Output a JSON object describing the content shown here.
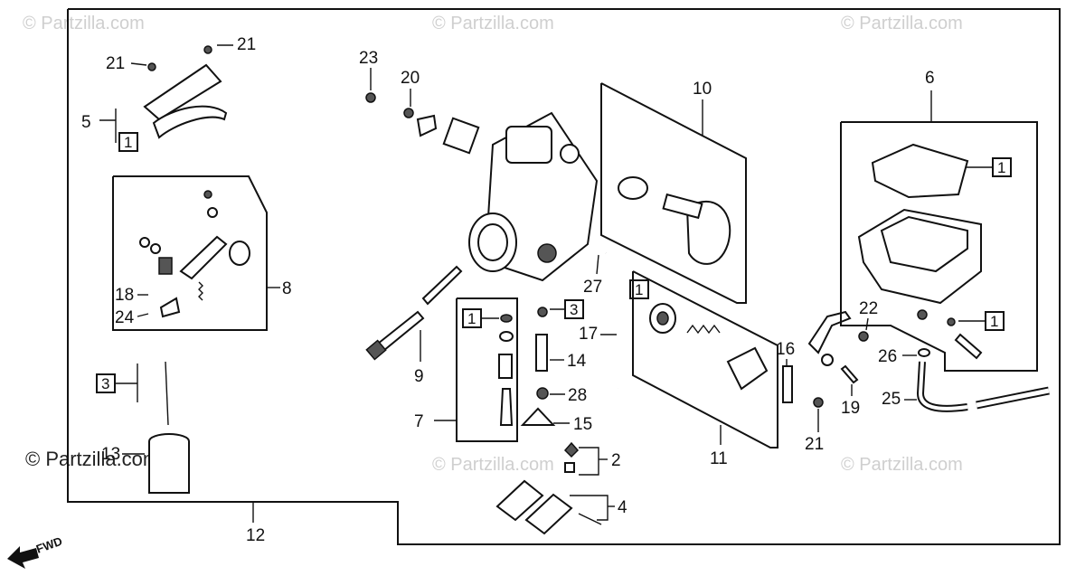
{
  "watermarks": {
    "top_left": "© Partzilla.com",
    "top_center": "© Partzilla.com",
    "top_right": "© Partzilla.com",
    "mid_center": "© Partzilla.com",
    "mid_right": "© Partzilla.com",
    "bottom_left": "© Partzilla.com"
  },
  "fwd_label": "FWD",
  "part_labels": {
    "p2": "2",
    "p4": "4",
    "p5": "5",
    "p6": "6",
    "p7": "7",
    "p8": "8",
    "p9": "9",
    "p10": "10",
    "p11": "11",
    "p12": "12",
    "p13": "13",
    "p14": "14",
    "p15": "15",
    "p16": "16",
    "p17": "17",
    "p18": "18",
    "p19": "19",
    "p20": "20",
    "p21a": "21",
    "p21b": "21",
    "p21c": "21",
    "p22": "22",
    "p23": "23",
    "p24": "24",
    "p25": "25",
    "p26": "26",
    "p27": "27",
    "p28": "28"
  },
  "boxed_labels": {
    "b1_gasket_5": "1",
    "b1_gasket_6": "1",
    "b1_jet_7": "1",
    "b1_diaphragm_11": "1",
    "b1_screw_6": "1",
    "b3_needle_13": "3",
    "b3_jet_14": "3"
  }
}
